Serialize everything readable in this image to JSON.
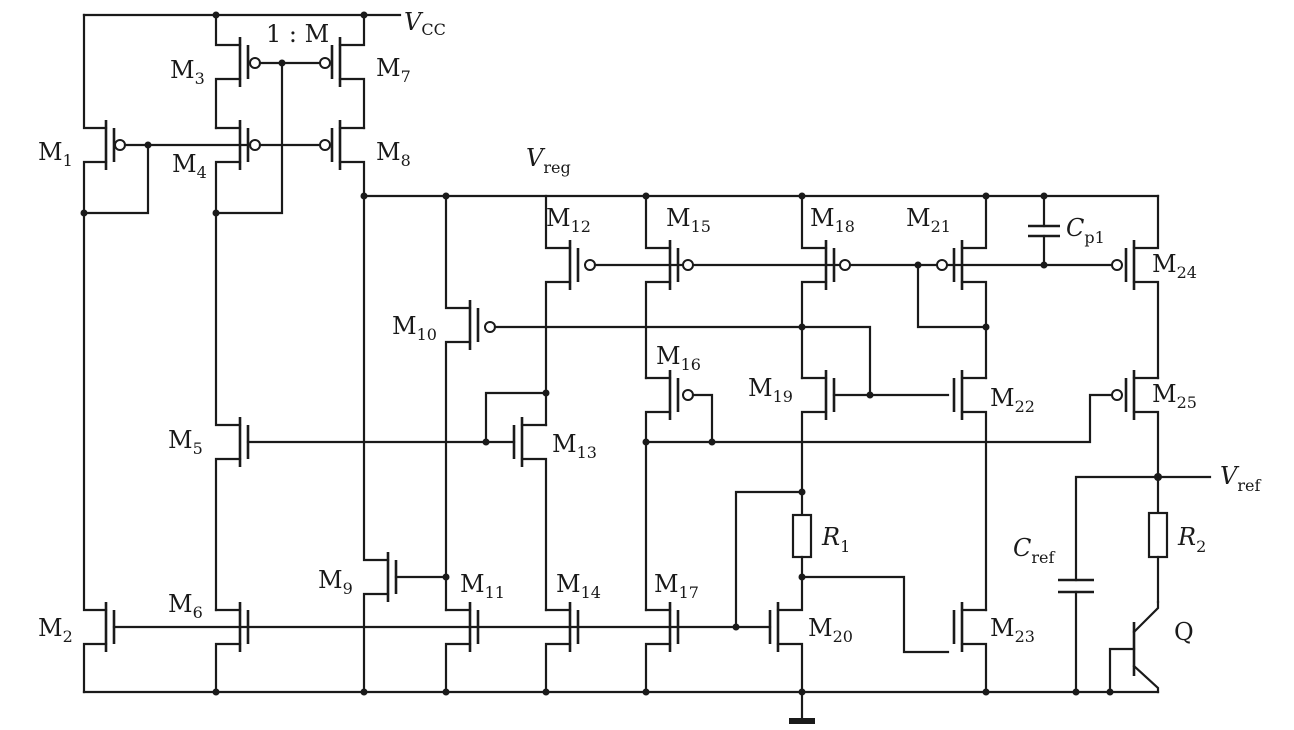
{
  "labels": {
    "vcc": {
      "main": "V",
      "sub": "CC"
    },
    "vreg": {
      "main": "V",
      "sub": "reg"
    },
    "vref": {
      "main": "V",
      "sub": "ref"
    },
    "ratio": "1 : M",
    "cp1": {
      "main": "C",
      "sub": "p1"
    },
    "cref": {
      "main": "C",
      "sub": "ref"
    },
    "r1": {
      "main": "R",
      "sub": "1"
    },
    "r2": {
      "main": "R",
      "sub": "2"
    },
    "q": "Q"
  },
  "transistors": [
    {
      "id": "m1",
      "main": "M",
      "sub": "1"
    },
    {
      "id": "m2",
      "main": "M",
      "sub": "2"
    },
    {
      "id": "m3",
      "main": "M",
      "sub": "3"
    },
    {
      "id": "m4",
      "main": "M",
      "sub": "4"
    },
    {
      "id": "m5",
      "main": "M",
      "sub": "5"
    },
    {
      "id": "m6",
      "main": "M",
      "sub": "6"
    },
    {
      "id": "m7",
      "main": "M",
      "sub": "7"
    },
    {
      "id": "m8",
      "main": "M",
      "sub": "8"
    },
    {
      "id": "m9",
      "main": "M",
      "sub": "9"
    },
    {
      "id": "m10",
      "main": "M",
      "sub": "10"
    },
    {
      "id": "m11",
      "main": "M",
      "sub": "11"
    },
    {
      "id": "m12",
      "main": "M",
      "sub": "12"
    },
    {
      "id": "m13",
      "main": "M",
      "sub": "13"
    },
    {
      "id": "m14",
      "main": "M",
      "sub": "14"
    },
    {
      "id": "m15",
      "main": "M",
      "sub": "15"
    },
    {
      "id": "m16",
      "main": "M",
      "sub": "16"
    },
    {
      "id": "m17",
      "main": "M",
      "sub": "17"
    },
    {
      "id": "m18",
      "main": "M",
      "sub": "18"
    },
    {
      "id": "m19",
      "main": "M",
      "sub": "19"
    },
    {
      "id": "m20",
      "main": "M",
      "sub": "20"
    },
    {
      "id": "m21",
      "main": "M",
      "sub": "21"
    },
    {
      "id": "m22",
      "main": "M",
      "sub": "22"
    },
    {
      "id": "m23",
      "main": "M",
      "sub": "23"
    },
    {
      "id": "m24",
      "main": "M",
      "sub": "24"
    },
    {
      "id": "m25",
      "main": "M",
      "sub": "25"
    }
  ]
}
